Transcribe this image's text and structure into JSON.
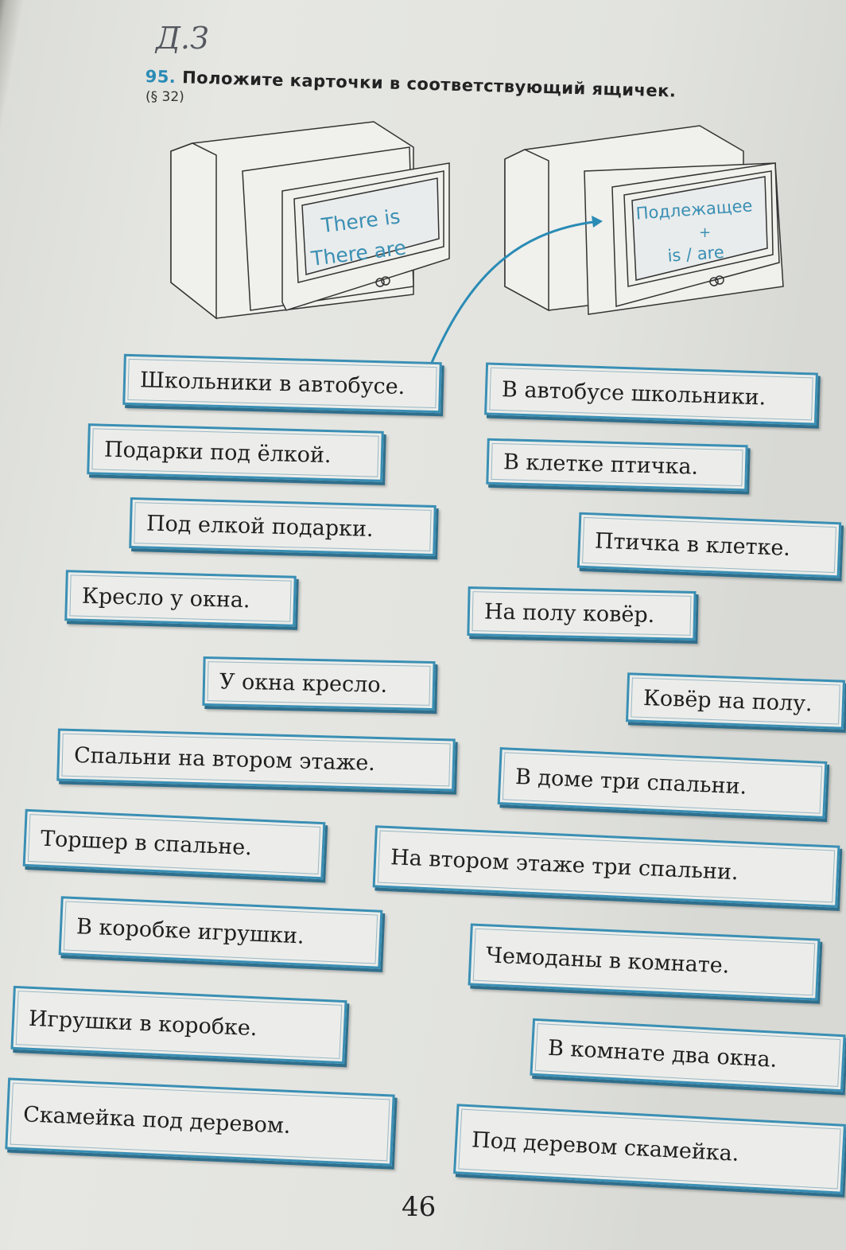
{
  "handwritten_note": "Д.З",
  "exercise": {
    "number": "95.",
    "instruction": "Положите карточки в соответствующий ящичек.",
    "reference": "(§ 32)"
  },
  "drawers": [
    {
      "line1": "There is",
      "line2": "There are"
    },
    {
      "line1": "Подлежащее",
      "line2": "+",
      "line3": "is / are"
    }
  ],
  "cards": [
    "Школьники в автобусе.",
    "В автобусе школьники.",
    "Подарки под ёлкой.",
    "В клетке птичка.",
    "Под елкой подарки.",
    "Птичка в клетке.",
    "Кресло у окна.",
    "На полу ковёр.",
    "У окна кресло.",
    "Ковёр на полу.",
    "Спальни на втором этаже.",
    "В доме три спальни.",
    "Торшер в спальне.",
    "На втором этаже три спальни.",
    "В коробке игрушки.",
    "Чемоданы в комнате.",
    "Игрушки в коробке.",
    "В комнате два окна.",
    "Скамейка под деревом.",
    "Под деревом скамейка."
  ],
  "page_number": "46",
  "colors": {
    "accent": "#3a8fb4",
    "text": "#1f1f1f"
  }
}
